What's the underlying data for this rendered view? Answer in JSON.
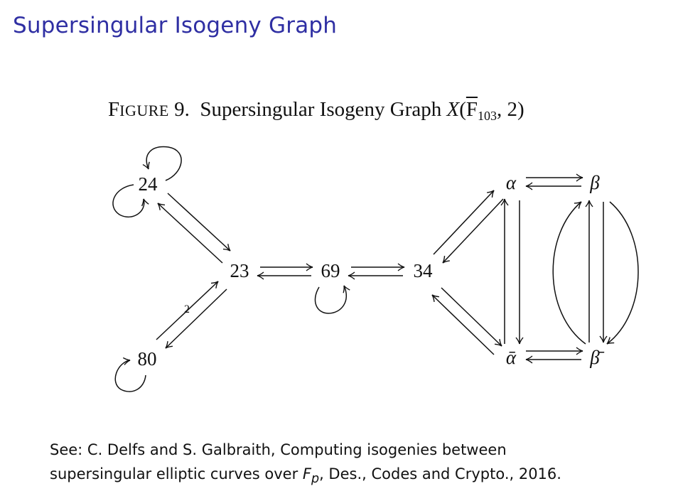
{
  "slide": {
    "title": "Supersingular Isogeny Graph"
  },
  "figure": {
    "label_first": "F",
    "label_rest": "IGURE",
    "number": "9.",
    "caption_text": "Supersingular Isogeny Graph",
    "caption_X": "X",
    "caption_field": "F",
    "caption_field_sub": "103",
    "caption_args_tail": ", 2)"
  },
  "graph": {
    "nodes": [
      {
        "id": "24",
        "label": "24",
        "italic": false
      },
      {
        "id": "23",
        "label": "23",
        "italic": false
      },
      {
        "id": "69",
        "label": "69",
        "italic": false
      },
      {
        "id": "34",
        "label": "34",
        "italic": false
      },
      {
        "id": "80",
        "label": "80",
        "italic": false
      },
      {
        "id": "alpha",
        "label": "α",
        "italic": true
      },
      {
        "id": "beta",
        "label": "β",
        "italic": true
      },
      {
        "id": "alpha_bar",
        "label": "ᾱ",
        "italic": true
      },
      {
        "id": "beta_bar",
        "label": "β̄",
        "italic": true
      }
    ],
    "edge_labels": [
      {
        "edge": "80-23",
        "label": "2"
      }
    ]
  },
  "reference": {
    "line1": "See: C. Delfs and S. Galbraith, Computing isogenies between",
    "line2_pre": "supersingular elliptic curves over ",
    "line2_F": "F",
    "line2_sub": "p",
    "line2_post": ", Des., Codes and Crypto., 2016."
  }
}
